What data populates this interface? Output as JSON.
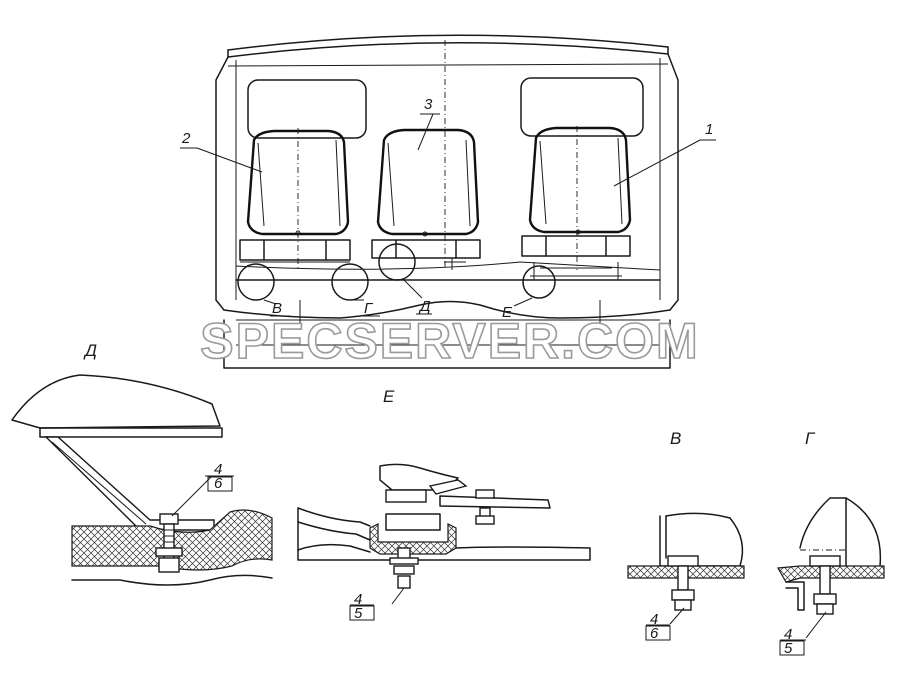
{
  "main_view": {
    "callouts": [
      "1",
      "2",
      "3"
    ],
    "detail_marks": [
      "В",
      "Г",
      "Д",
      "Е"
    ]
  },
  "details": {
    "d": {
      "title": "Д",
      "pos_top": "4",
      "pos_bottom": "6"
    },
    "e": {
      "title": "Е",
      "pos_top": "4",
      "pos_bottom": "5"
    },
    "v": {
      "title": "В",
      "pos_top": "4",
      "pos_bottom": "6"
    },
    "g": {
      "title": "Г",
      "pos_top": "4",
      "pos_bottom": "5"
    }
  },
  "watermark": "SPECSERVER.COM"
}
